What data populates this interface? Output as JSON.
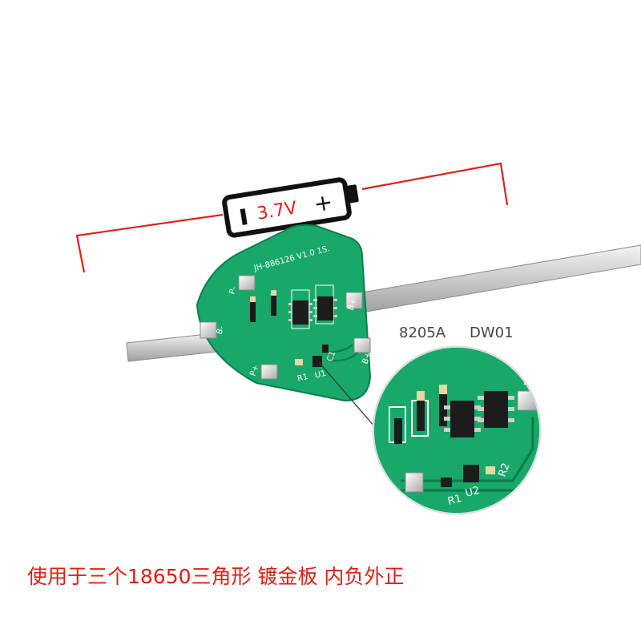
{
  "battery": {
    "voltage_label": "3.7V",
    "plus_symbol": "+",
    "minus_symbol": "−",
    "color": "#e0211a"
  },
  "pcb": {
    "model_text": "JH-886126 V1.0 1S.",
    "pad_labels": {
      "p_minus": "P-",
      "b_minus": "B-",
      "p_plus": "P+",
      "b_plus_top": "B+",
      "b_plus_right": "B+"
    },
    "component_refs": {
      "r1": "R1",
      "r2": "R2",
      "u1": "U1",
      "c1": "C1",
      "u2": "U2"
    },
    "color": "#17a86a"
  },
  "chips": {
    "label_8205a": "8205A",
    "label_dw01": "DW01"
  },
  "caption": {
    "text": "使用于三个18650三角形 镀金板  内负外正",
    "color": "#e01e14"
  }
}
